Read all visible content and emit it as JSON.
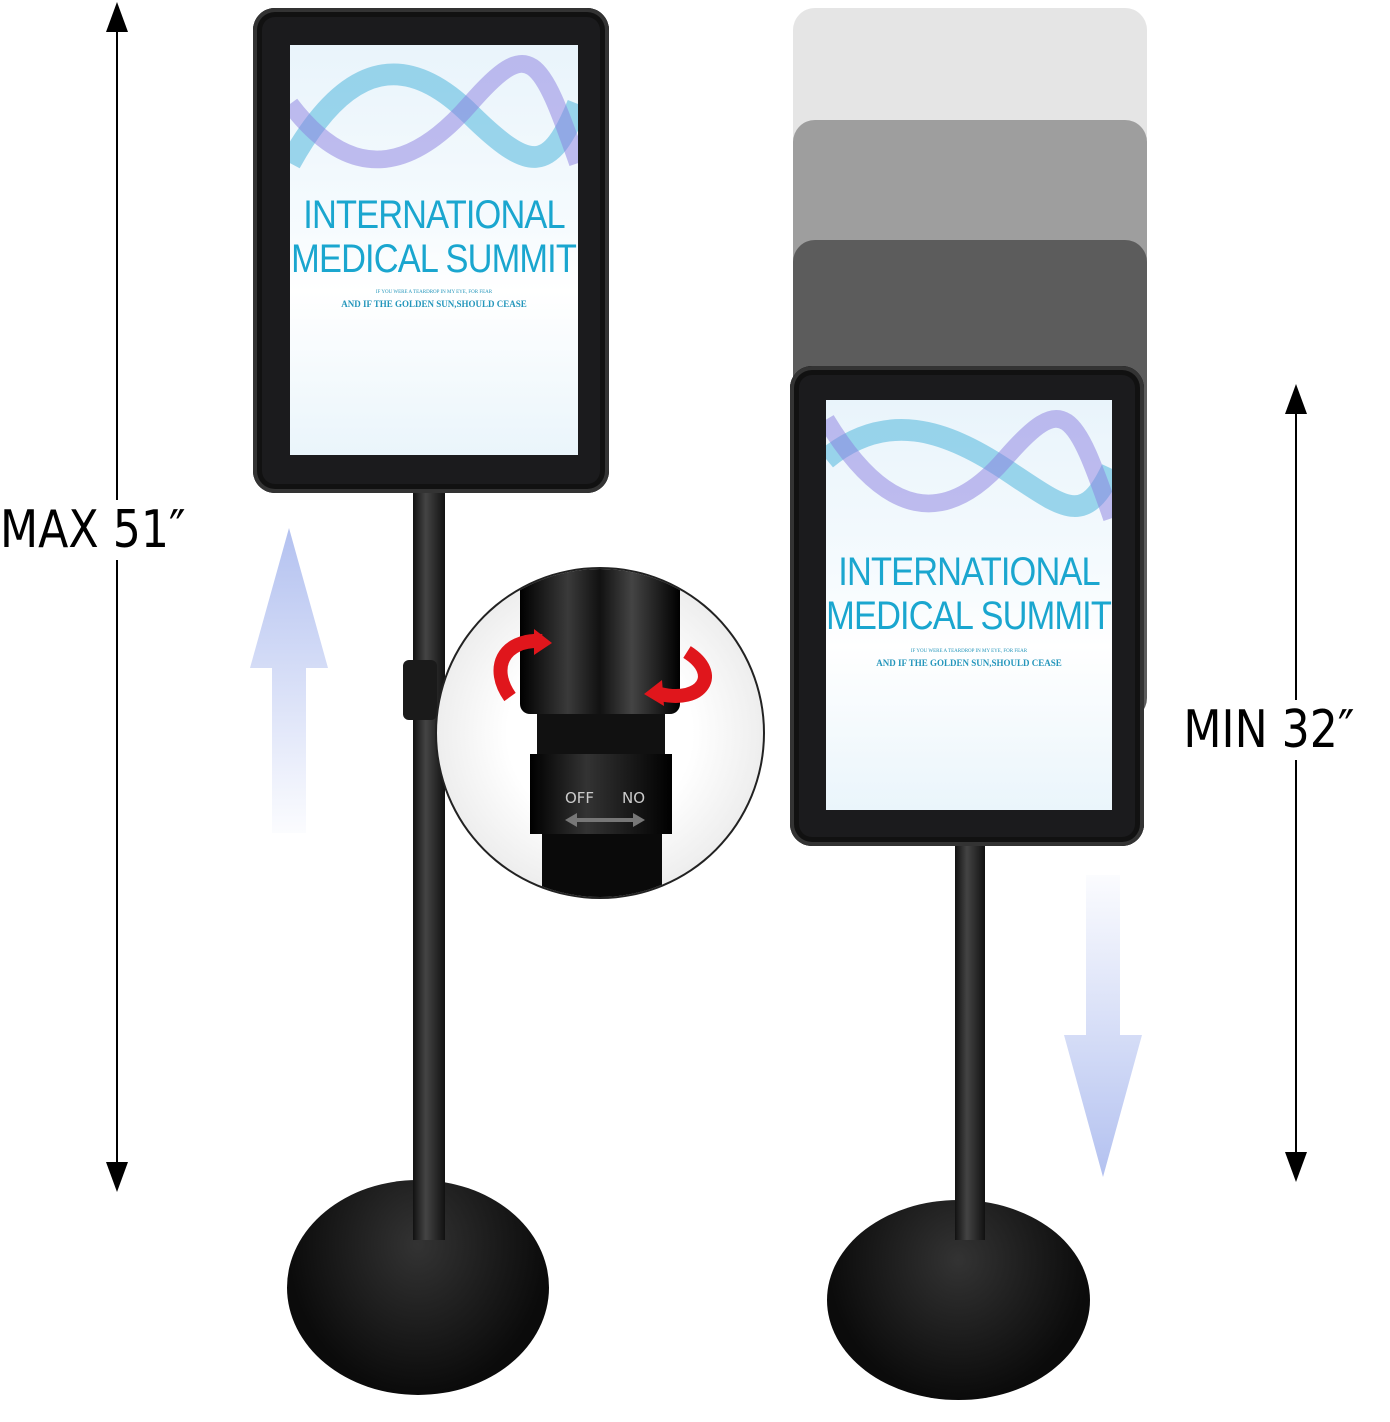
{
  "dimensions": {
    "max_label": "MAX 51″",
    "min_label": "MIN 32″"
  },
  "poster": {
    "title_line1": "INTERNATIONAL",
    "title_line2": "MEDICAL SUMMIT",
    "tagline_small": "IF YOU WERE A TEARDROP IN MY EYE, FOR FEAR",
    "tagline": "AND IF THE GOLDEN SUN,SHOULD CEASE"
  },
  "knob_detail": {
    "off_label": "OFF",
    "on_label": "NO"
  },
  "colors": {
    "frame": "#1b1b1d",
    "title": "#1aa6cf",
    "motion_arrow": "#b9c6f2",
    "rotate_arrow": "#e0161c"
  }
}
